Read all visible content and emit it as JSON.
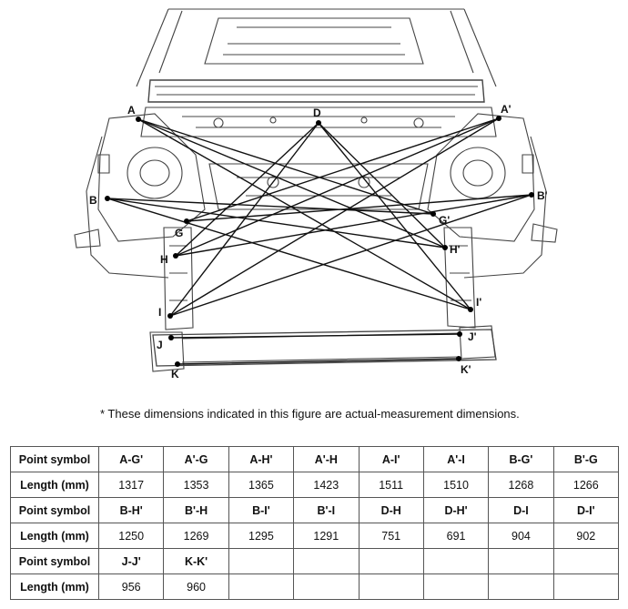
{
  "note": "*  These dimensions indicated in this figure are actual-measurement dimensions.",
  "points": [
    {
      "id": "A",
      "label": "A"
    },
    {
      "id": "A2",
      "label": "A'"
    },
    {
      "id": "B",
      "label": "B"
    },
    {
      "id": "B2",
      "label": "B'"
    },
    {
      "id": "D",
      "label": "D"
    },
    {
      "id": "G",
      "label": "G"
    },
    {
      "id": "G2",
      "label": "G'"
    },
    {
      "id": "H",
      "label": "H"
    },
    {
      "id": "H2",
      "label": "H'"
    },
    {
      "id": "I",
      "label": "I"
    },
    {
      "id": "I2",
      "label": "I'"
    },
    {
      "id": "J",
      "label": "J"
    },
    {
      "id": "J2",
      "label": "J'"
    },
    {
      "id": "K",
      "label": "K"
    },
    {
      "id": "K2",
      "label": "K'"
    }
  ],
  "connections": [
    [
      "A",
      "G2"
    ],
    [
      "A2",
      "G"
    ],
    [
      "A",
      "H2"
    ],
    [
      "A2",
      "H"
    ],
    [
      "A",
      "I2"
    ],
    [
      "A2",
      "I"
    ],
    [
      "B",
      "G2"
    ],
    [
      "B2",
      "G"
    ],
    [
      "B",
      "H2"
    ],
    [
      "B2",
      "H"
    ],
    [
      "B",
      "I2"
    ],
    [
      "B2",
      "I"
    ],
    [
      "D",
      "H"
    ],
    [
      "D",
      "H2"
    ],
    [
      "D",
      "I"
    ],
    [
      "D",
      "I2"
    ],
    [
      "J",
      "J2"
    ],
    [
      "K",
      "K2"
    ]
  ],
  "table": {
    "row_label_symbol": "Point symbol",
    "row_label_length": "Length (mm)",
    "groups": [
      [
        {
          "symbol": "A-G'",
          "length": "1317"
        },
        {
          "symbol": "A'-G",
          "length": "1353"
        },
        {
          "symbol": "A-H'",
          "length": "1365"
        },
        {
          "symbol": "A'-H",
          "length": "1423"
        },
        {
          "symbol": "A-I'",
          "length": "1511"
        },
        {
          "symbol": "A'-I",
          "length": "1510"
        },
        {
          "symbol": "B-G'",
          "length": "1268"
        },
        {
          "symbol": "B'-G",
          "length": "1266"
        }
      ],
      [
        {
          "symbol": "B-H'",
          "length": "1250"
        },
        {
          "symbol": "B'-H",
          "length": "1269"
        },
        {
          "symbol": "B-I'",
          "length": "1295"
        },
        {
          "symbol": "B'-I",
          "length": "1291"
        },
        {
          "symbol": "D-H",
          "length": "751"
        },
        {
          "symbol": "D-H'",
          "length": "691"
        },
        {
          "symbol": "D-I",
          "length": "904"
        },
        {
          "symbol": "D-I'",
          "length": "902"
        }
      ],
      [
        {
          "symbol": "J-J'",
          "length": "956"
        },
        {
          "symbol": "K-K'",
          "length": "960"
        },
        {
          "symbol": "",
          "length": ""
        },
        {
          "symbol": "",
          "length": ""
        },
        {
          "symbol": "",
          "length": ""
        },
        {
          "symbol": "",
          "length": ""
        },
        {
          "symbol": "",
          "length": ""
        },
        {
          "symbol": "",
          "length": ""
        }
      ]
    ]
  }
}
